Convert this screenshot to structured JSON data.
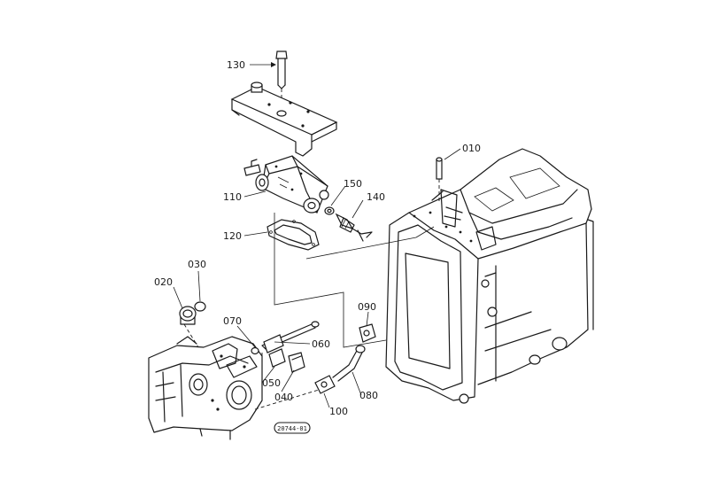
{
  "parts": [
    {
      "id": "p130",
      "label": "130"
    },
    {
      "id": "p010",
      "label": "010"
    },
    {
      "id": "p150",
      "label": "150"
    },
    {
      "id": "p110",
      "label": "110"
    },
    {
      "id": "p140",
      "label": "140"
    },
    {
      "id": "p120",
      "label": "120"
    },
    {
      "id": "p030",
      "label": "030"
    },
    {
      "id": "p020",
      "label": "020"
    },
    {
      "id": "p090",
      "label": "090"
    },
    {
      "id": "p070",
      "label": "070"
    },
    {
      "id": "p060",
      "label": "060"
    },
    {
      "id": "p050",
      "label": "050"
    },
    {
      "id": "p040",
      "label": "040"
    },
    {
      "id": "p080",
      "label": "080"
    },
    {
      "id": "p100",
      "label": "100"
    }
  ],
  "drawing_ref": "20744-01"
}
